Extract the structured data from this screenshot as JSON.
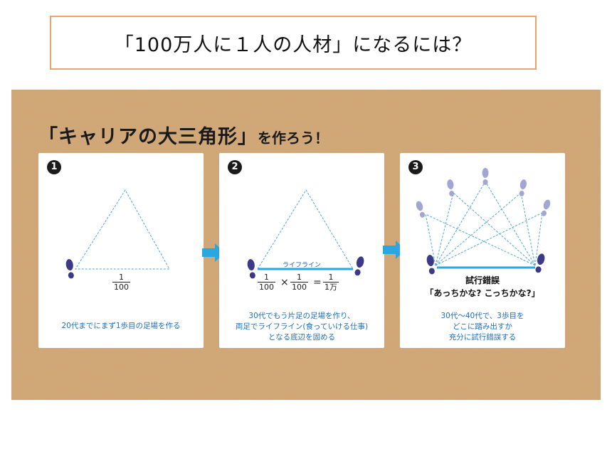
{
  "title": "「100万人に１人の人材」になるには？",
  "heading": {
    "main": "「キャリアの大三角形」",
    "suffix": "を作ろう！"
  },
  "panels": [
    {
      "number": "1",
      "fraction": {
        "numerator": "1",
        "denominator": "100"
      },
      "caption": [
        "20代までにまず1歩目の足場を作る"
      ]
    },
    {
      "number": "2",
      "lifeline_label": "ライフライン",
      "equation": {
        "f1": {
          "numerator": "1",
          "denominator": "100"
        },
        "times": "×",
        "f2": {
          "numerator": "1",
          "denominator": "100"
        },
        "equals": "=",
        "result": {
          "numerator": "1",
          "denominator": "1万"
        }
      },
      "caption": [
        "30代でもう片足の足場を作り、",
        "両足でライフライン(食っていける仕事)",
        "となる底辺を固める"
      ]
    },
    {
      "number": "3",
      "trial_title": "試行錯誤",
      "trial_subtitle": "「あっちかな? こっちかな?」",
      "caption": [
        "30代〜40代で、3歩目を",
        "どこに踏み出すか",
        "充分に試行錯誤する"
      ]
    }
  ],
  "colors": {
    "accent_border": "#e9a36b",
    "cork": "#d2a777",
    "arrow": "#29a8e0",
    "dashed": "#4aa6d8",
    "caption": "#1d6fb8",
    "footprint": "#3b3a86",
    "footprint_faded": "#a3a6d2"
  },
  "icons": [
    "footprint-icon",
    "arrow-right-icon"
  ]
}
